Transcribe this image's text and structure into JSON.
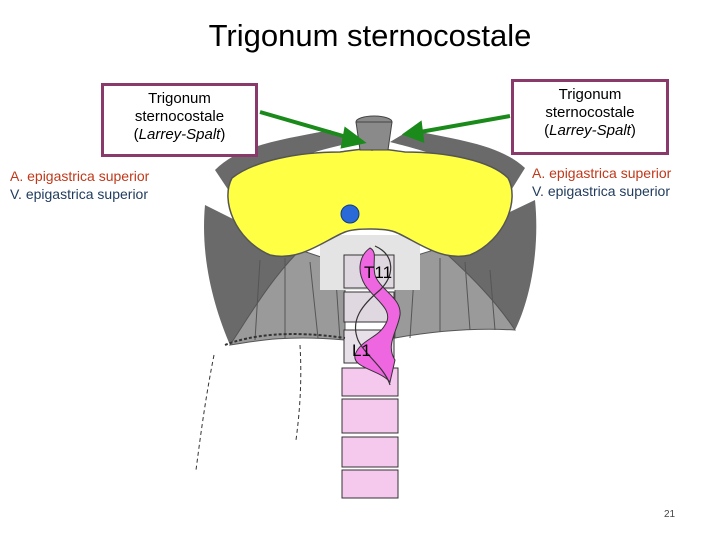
{
  "title": "Trigonum sternocostale",
  "left_box": {
    "line1": "Trigonum",
    "line2": "sternocostale",
    "line3": "(Larrey-Spalt)"
  },
  "right_box": {
    "line1": "Trigonum",
    "line2": "sternocostale",
    "line3": "(Larrey-Spalt)"
  },
  "left_vessels": {
    "artery": "A. epigastrica superior",
    "vein": "V. epigastrica superior"
  },
  "right_vessels": {
    "artery": "A. epigastrica superior",
    "vein": "V. epigastrica superior"
  },
  "vertebrae": {
    "upper": "T11",
    "lower": "L1"
  },
  "page_number": "21",
  "colors": {
    "central_tendon": "#ffff44",
    "muscle": "#707070",
    "vertebra": "#f5c8ee",
    "arrow": "#1a8a1a",
    "box_border": "#8a3a6a",
    "artery_text": "#c0391a",
    "vein_text": "#1f3a5c"
  }
}
